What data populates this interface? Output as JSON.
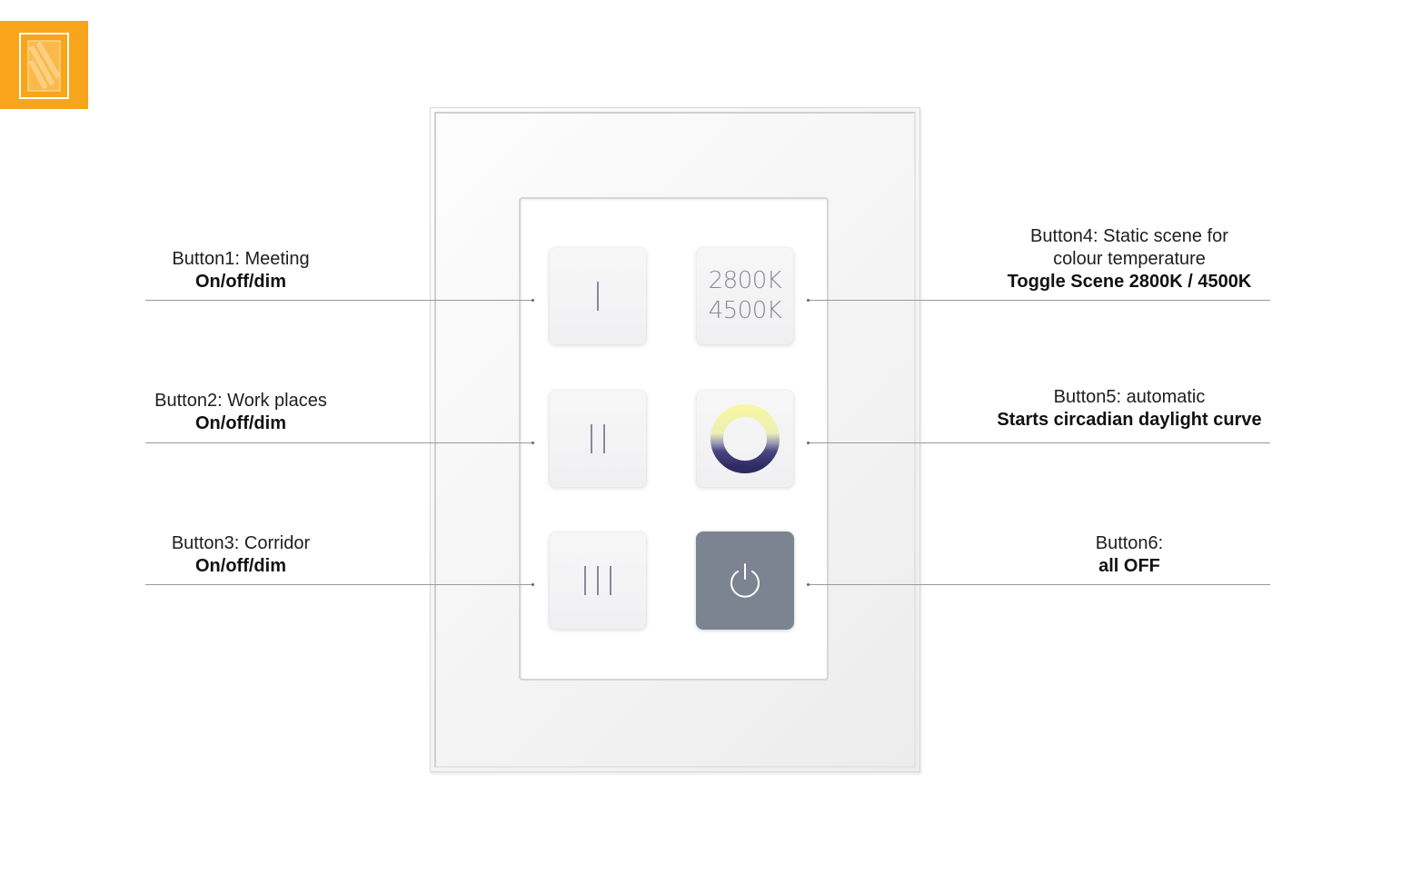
{
  "buttons": {
    "b1": {
      "title": "Button1: Meeting",
      "action": "On/off/dim"
    },
    "b2": {
      "title": "Button2: Work places",
      "action": "On/off/dim"
    },
    "b3": {
      "title": "Button3: Corridor",
      "action": "On/off/dim"
    },
    "b4": {
      "title_line1": "Button4: Static scene for",
      "title_line2": "colour temperature",
      "action": "Toggle Scene 2800K / 4500K"
    },
    "b5": {
      "title": "Button5: automatic",
      "action": "Starts circadian daylight curve"
    },
    "b6": {
      "title": "Button6:",
      "action": "all OFF"
    }
  },
  "switch": {
    "temp_top": "2800K",
    "temp_bottom": "4500K"
  },
  "icons": [
    "logo-icon",
    "single-stroke-icon",
    "double-stroke-icon",
    "triple-stroke-icon",
    "circadian-ring-icon",
    "power-icon"
  ],
  "colors": {
    "logo_bg": "#f9a51c",
    "off_button": "#7c8391",
    "ring_warm": "#f3f3a8",
    "ring_cool": "#36306a"
  }
}
